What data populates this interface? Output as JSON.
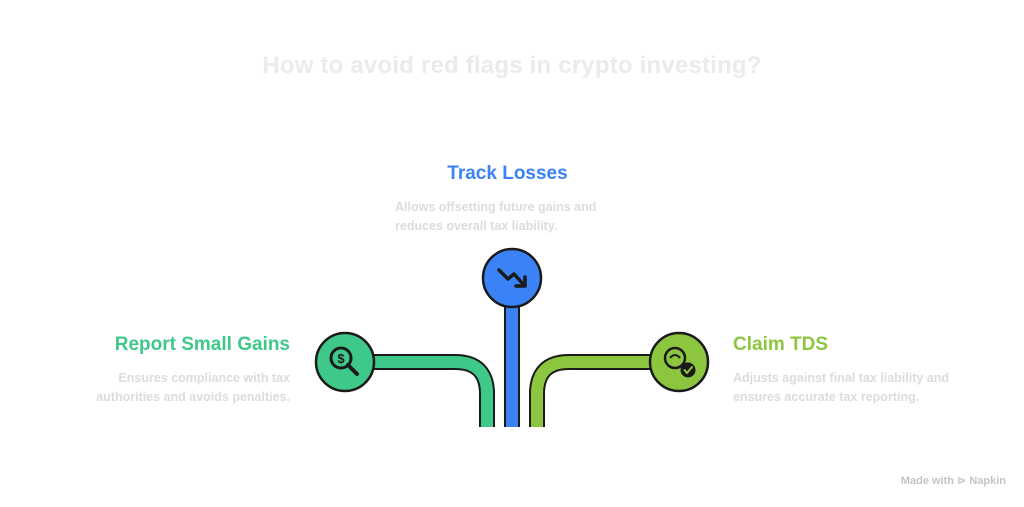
{
  "title": "How to avoid red flags in crypto investing?",
  "items": [
    {
      "heading": "Report Small Gains",
      "description": "Ensures compliance with tax authorities and avoids penalties.",
      "icon": "dollar-search-icon",
      "color": "#3ec98a"
    },
    {
      "heading": "Track Losses",
      "description": "Allows offsetting future gains and reduces overall tax liability.",
      "icon": "trend-down-arrow-icon",
      "color": "#3b82f6"
    },
    {
      "heading": "Claim TDS",
      "description": "Adjusts against final tax liability and ensures accurate tax reporting.",
      "icon": "coin-check-icon",
      "color": "#8cc63f"
    }
  ],
  "footer": "Made with ⊳ Napkin"
}
